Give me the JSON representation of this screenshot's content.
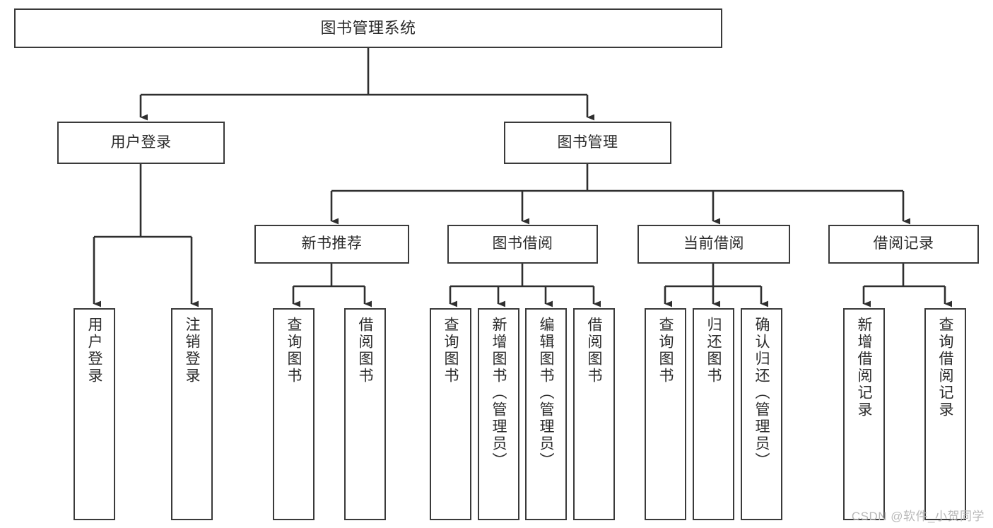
{
  "diagram": {
    "type": "tree-hierarchy",
    "title": "图书管理系统",
    "orientation": "top-down",
    "watermark": "CSDN @软件_小贺同学",
    "colors": {
      "box_border": "#3a3a3a",
      "box_fill": "#ffffff",
      "connector": "#2f2f2f",
      "text": "#2b2b2b",
      "watermark": "#b9b9b9",
      "background": "#ffffff"
    },
    "levels": {
      "level0": [
        {
          "id": "root",
          "label": "图书管理系统"
        }
      ],
      "level1": [
        {
          "id": "user-login",
          "label": "用户登录",
          "parent": "root"
        },
        {
          "id": "book-manage",
          "label": "图书管理",
          "parent": "root"
        }
      ],
      "level2": [
        {
          "id": "new-book-recommend",
          "label": "新书推荐",
          "parent": "book-manage"
        },
        {
          "id": "book-borrow",
          "label": "图书借阅",
          "parent": "book-manage"
        },
        {
          "id": "current-borrow",
          "label": "当前借阅",
          "parent": "book-manage"
        },
        {
          "id": "borrow-record",
          "label": "借阅记录",
          "parent": "book-manage"
        }
      ],
      "leaves": [
        {
          "id": "leaf-user-login",
          "label": "用户登录",
          "parent": "user-login"
        },
        {
          "id": "leaf-logout",
          "label": "注销登录",
          "parent": "user-login"
        },
        {
          "id": "leaf-query-book-1",
          "label": "查询图书",
          "parent": "new-book-recommend"
        },
        {
          "id": "leaf-borrow-book-1",
          "label": "借阅图书",
          "parent": "new-book-recommend"
        },
        {
          "id": "leaf-query-book-2",
          "label": "查询图书",
          "parent": "book-borrow"
        },
        {
          "id": "leaf-add-book",
          "label": "新增图书（管理员）",
          "parent": "book-borrow"
        },
        {
          "id": "leaf-edit-book",
          "label": "编辑图书（管理员）",
          "parent": "book-borrow"
        },
        {
          "id": "leaf-borrow-book-2",
          "label": "借阅图书",
          "parent": "book-borrow"
        },
        {
          "id": "leaf-query-book-3",
          "label": "查询图书",
          "parent": "current-borrow"
        },
        {
          "id": "leaf-return-book",
          "label": "归还图书",
          "parent": "current-borrow"
        },
        {
          "id": "leaf-confirm-return",
          "label": "确认归还（管理员）",
          "parent": "current-borrow"
        },
        {
          "id": "leaf-add-record",
          "label": "新增借阅记录",
          "parent": "borrow-record"
        },
        {
          "id": "leaf-query-record",
          "label": "查询借阅记录",
          "parent": "borrow-record"
        }
      ]
    }
  }
}
